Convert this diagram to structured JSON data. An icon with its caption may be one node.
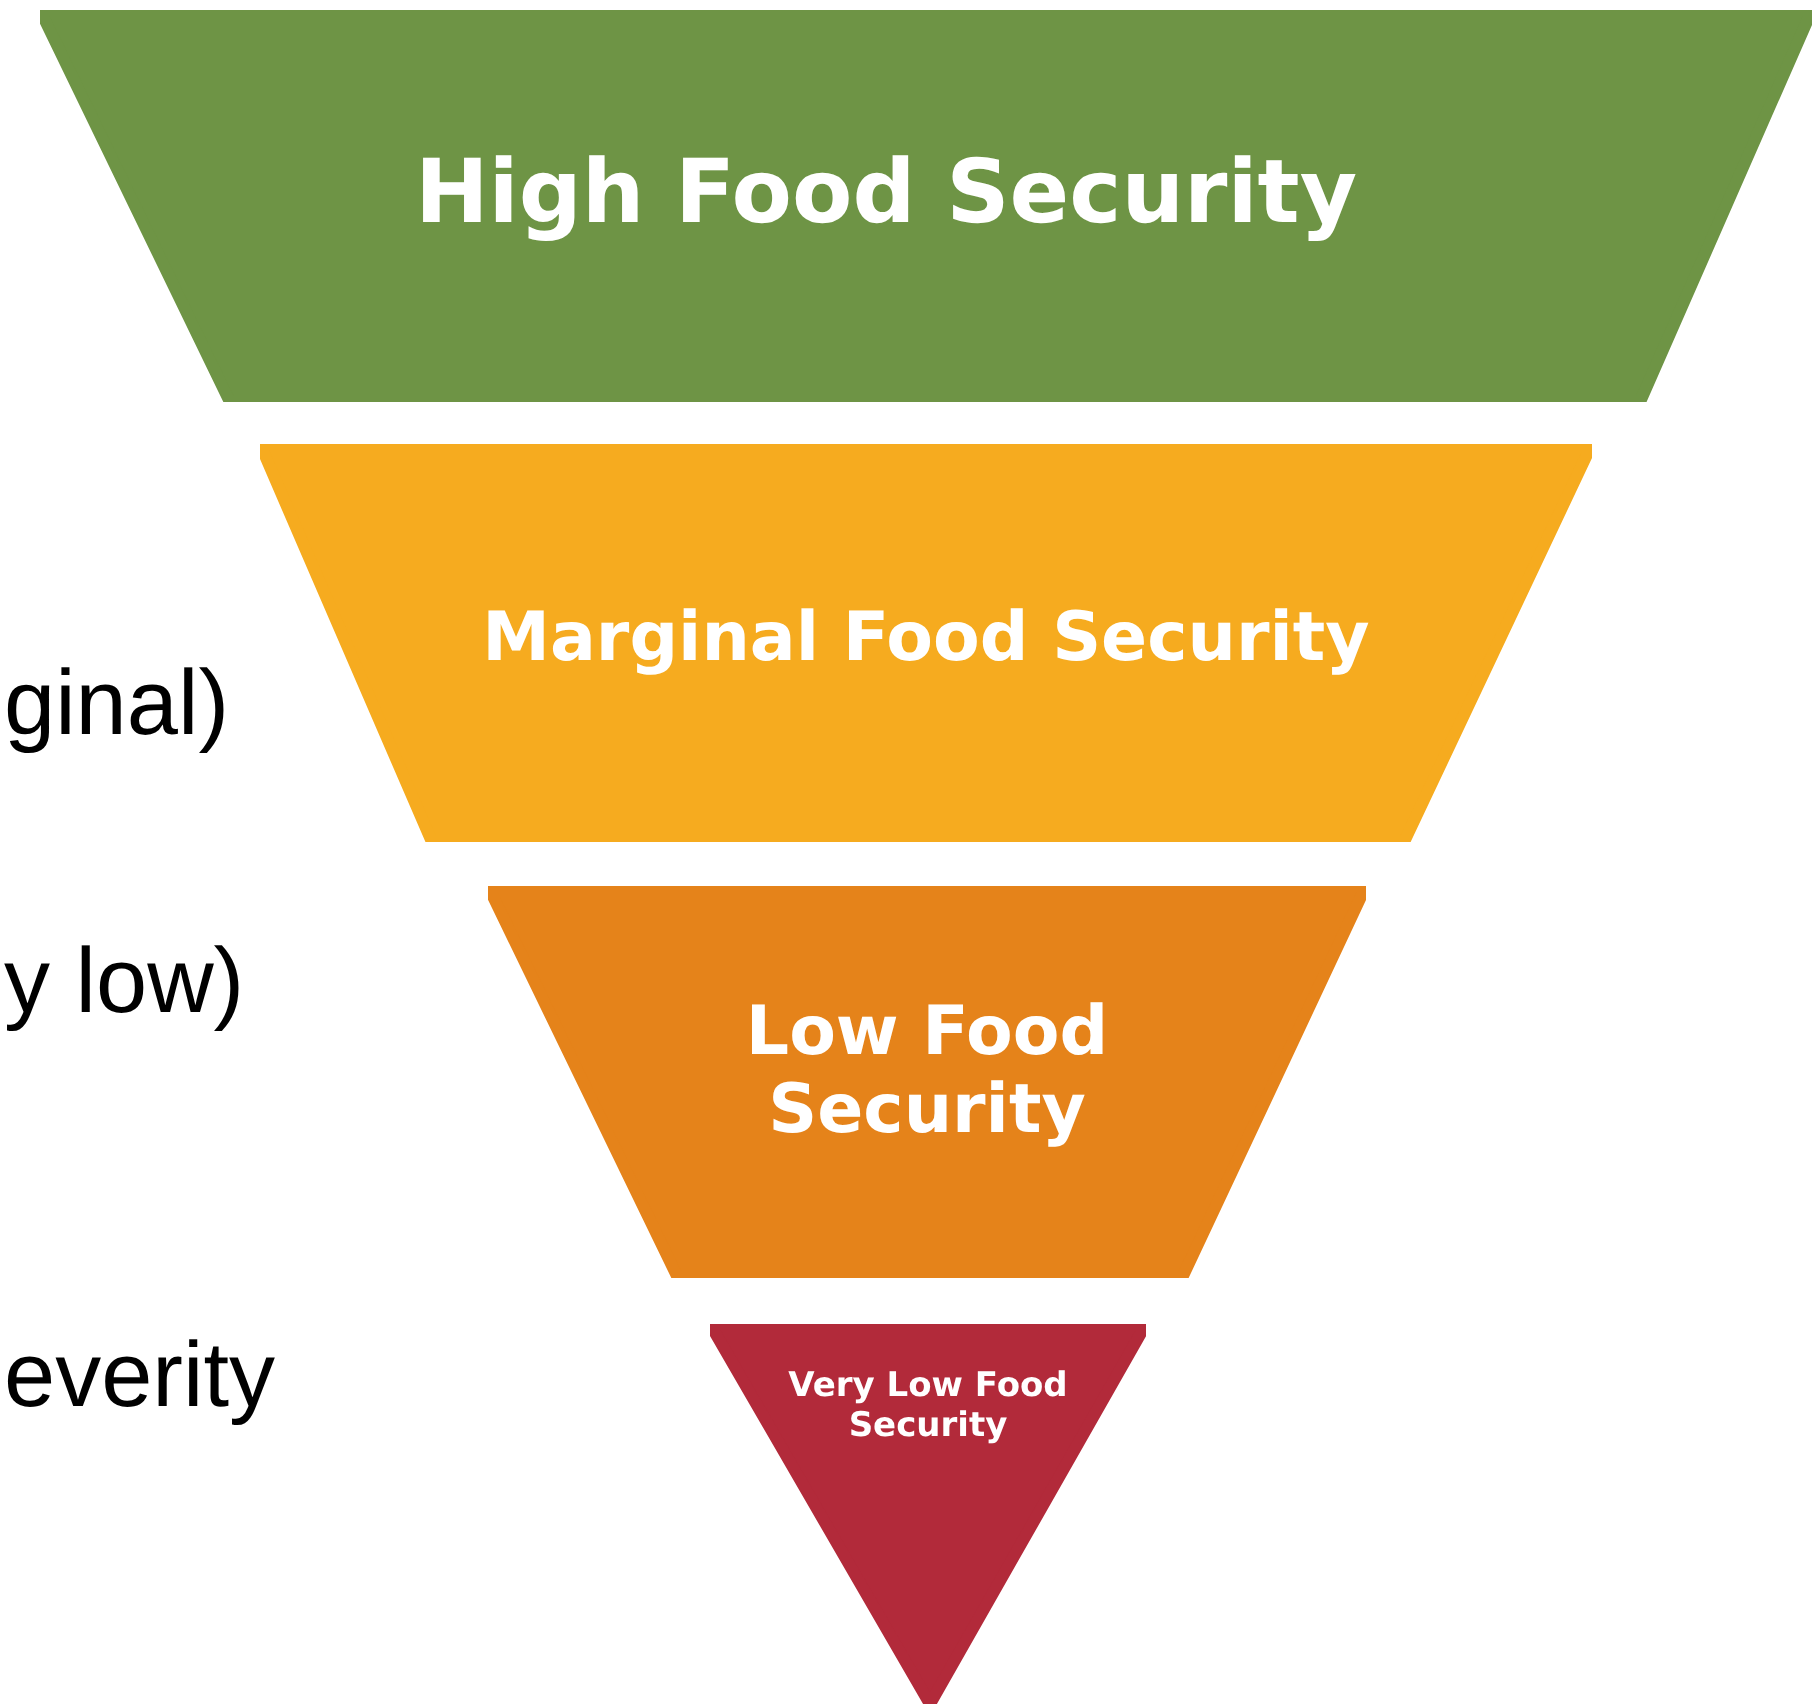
{
  "diagram": {
    "nodes": [
      {
        "text": [
          "High Food Security"
        ]
      },
      {
        "text": [
          "Marginal Food Security"
        ]
      },
      {
        "text": [
          "Low Food Security"
        ]
      },
      {
        "text": [
          "Very Low Food Security"
        ]
      }
    ],
    "labels": [
      "ginal)",
      "y low)",
      "everity"
    ]
  }
}
